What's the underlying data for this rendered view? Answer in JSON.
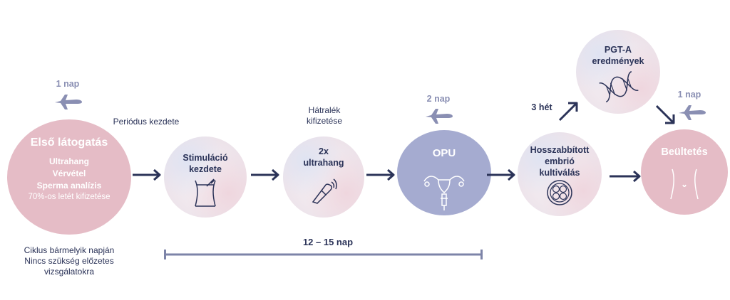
{
  "steps": {
    "first_visit": {
      "title": "Első látogatás",
      "lines": [
        "Ultrahang",
        "Vérvétel",
        "Sperma analízis"
      ],
      "payment": "70%-os letét kifizetése",
      "note_lines": [
        "Ciklus bármelyik napján",
        "Nincs szükség előzetes",
        "vizsgálatokra"
      ],
      "travel_days": "1 nap"
    },
    "period_start": "Periódus kezdete",
    "stimulation": {
      "line1": "Stimuláció",
      "line2": "kezdete"
    },
    "remaining_payment": {
      "line1": "Hátralék",
      "line2": "kifizetése"
    },
    "ultrasound": {
      "line1": "2x",
      "line2": "ultrahang"
    },
    "opu": {
      "title": "OPU",
      "travel_days": "2 nap"
    },
    "culture": {
      "line1": "Hosszabbított",
      "line2": "embrió",
      "line3": "kultiválás"
    },
    "pgt": {
      "line1": "PGT-A",
      "line2": "eredmények",
      "wait": "3 hét"
    },
    "transfer": {
      "title": "Beültetés",
      "travel_days": "1 nap"
    }
  },
  "duration": {
    "label": "12 – 15 nap"
  },
  "colors": {
    "navy": "#2b3358",
    "pink_circle": "#e5bcc6",
    "opu_circle": "#a5abd0",
    "muted_label": "#8a8fb3",
    "plane": "#8a8fb3"
  },
  "icons": [
    "plane-icon",
    "waist-icon",
    "ultrasound-probe-icon",
    "uterus-syringe-icon",
    "embryo-icon",
    "dna-icon",
    "belly-icon",
    "arrow-icon"
  ]
}
